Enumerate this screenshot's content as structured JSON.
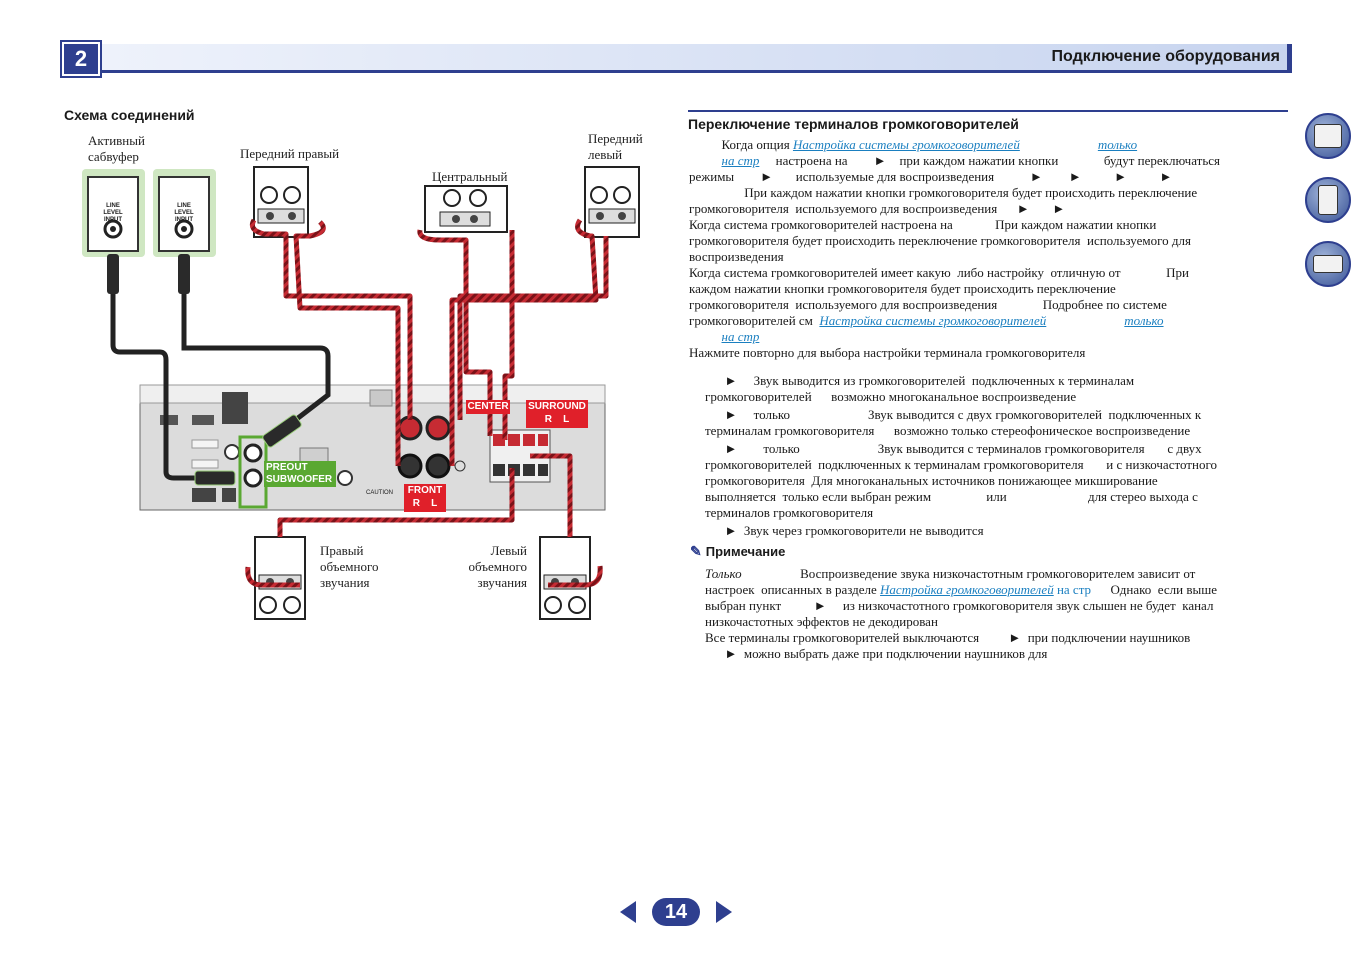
{
  "header": {
    "chapter_number": "2",
    "title": "Подключение оборудования"
  },
  "diagram": {
    "heading": "Схема соединений",
    "labels": {
      "active_subwoofer": [
        "Активный",
        "сабвуфер"
      ],
      "front_right": "Передний правый",
      "center": "Центральный",
      "front_left": [
        "Передний",
        "левый"
      ],
      "surround_right": [
        "Правый",
        "объемного",
        "звучания"
      ],
      "surround_left": [
        "Левый",
        "объемного",
        "звучания"
      ]
    },
    "panel_tags": {
      "line_level_input": [
        "LINE LEVEL",
        "INPUT"
      ],
      "preout_subwoofer": [
        "PREOUT",
        "SUBWOOFER"
      ],
      "center": "CENTER",
      "surround": [
        "SURROUND",
        "R    L"
      ],
      "front": [
        "FRONT",
        "R    L"
      ],
      "caution": "CAUTION"
    }
  },
  "section": {
    "heading": "Переключение терминалов громкоговорителей",
    "lines": [
      {
        "segments": [
          {
            "t": "          Когда опция "
          },
          {
            "t": "Настройка системы громкоговорителей",
            "link": true
          },
          {
            "t": "                        "
          },
          {
            "t": "только",
            "link": true
          }
        ]
      },
      {
        "segments": [
          {
            "t": "          "
          },
          {
            "t": "на стр",
            "link": true
          },
          {
            "t": "     настроена на        ►    при каждом нажатии кнопки              будут переключаться"
          }
        ]
      },
      {
        "segments": [
          {
            "t": "режимы        ►       используемые для воспроизведения           ►        ►          ►          ►"
          }
        ]
      },
      {
        "segments": [
          {
            "t": "                 При каждом нажатии кнопки громкоговорителя будет происходить переключение"
          }
        ]
      },
      {
        "segments": [
          {
            "t": "громкоговорителя  используемого для воспроизведения      ►       ►"
          }
        ]
      },
      {
        "segments": [
          {
            "t": "Когда система громкоговорителей настроена на             При каждом нажатии кнопки"
          }
        ]
      },
      {
        "segments": [
          {
            "t": "громкоговорителя будет происходить переключение громкоговорителя  используемого для"
          }
        ]
      },
      {
        "segments": [
          {
            "t": "воспроизведения"
          }
        ]
      },
      {
        "segments": [
          {
            "t": "Когда система громкоговорителей имеет какую  либо настройку  отличную от              При"
          }
        ]
      },
      {
        "segments": [
          {
            "t": "каждом нажатии кнопки громкоговорителя будет происходить переключение"
          }
        ]
      },
      {
        "segments": [
          {
            "t": "громкоговорителя  используемого для воспроизведения              Подробнее по системе"
          }
        ]
      },
      {
        "segments": [
          {
            "t": "громкоговорителей см  "
          },
          {
            "t": "Настройка системы громкоговорителей",
            "link": true
          },
          {
            "t": "                        "
          },
          {
            "t": "только",
            "link": true
          }
        ]
      },
      {
        "segments": [
          {
            "t": "          "
          },
          {
            "t": "на стр",
            "link": true
          }
        ]
      },
      {
        "segments": [
          {
            "t": "Нажмите повторно для выбора настройки терминала громкоговорителя"
          }
        ]
      }
    ],
    "options": [
      {
        "lines": [
          "      ►     Звук выводится из громкоговорителей  подключенных к терминалам",
          "громкоговорителей      возможно многоканальное воспроизведение"
        ]
      },
      {
        "lines": [
          "      ►     только                        Звук выводится с двух громкоговорителей  подключенных к",
          "терминалам громкоговорителя      возможно только стереофоническое воспроизведение"
        ]
      },
      {
        "lines": [
          "      ►        только                        Звук выводится с терминалов громкоговорителя       с двух",
          "громкоговорителей  подключенных к терминалам громкоговорителя       и с низкочастотного",
          "громкоговорителя  Для многоканальных источников понижающее микширование",
          "выполняется  только если выбран режим                 или                         для стерео выхода с",
          "терминалов громкоговорителя"
        ]
      },
      {
        "lines": [
          "      ►  Звук через громкоговорители не выводится"
        ]
      }
    ]
  },
  "note": {
    "heading": "Примечание",
    "lines": [
      {
        "segments": [
          {
            "t": "Только",
            "italic": true
          },
          {
            "t": "                  Воспроизведение звука низкочастотным громкоговорителем зависит от"
          }
        ]
      },
      {
        "segments": [
          {
            "t": "настроек  описанных в разделе "
          },
          {
            "t": "Настройка громкоговорителей",
            "link": true
          },
          {
            "t": " на стр",
            "linkplain": true
          },
          {
            "t": "      Однако  если выше"
          }
        ]
      },
      {
        "segments": [
          {
            "t": "выбран пункт          ►     из низкочастотного громкоговорителя звук слышен не будет  канал"
          }
        ]
      },
      {
        "segments": [
          {
            "t": "низкочастотных эффектов не декодирован"
          }
        ]
      },
      {
        "segments": [
          {
            "t": "Все терминалы громкоговорителей выключаются         ►  при подключении наушников"
          }
        ]
      },
      {
        "segments": [
          {
            "t": "      ►  можно выбрать даже при подключении наушников для"
          }
        ]
      }
    ]
  },
  "side_icons": [
    "manual-icon",
    "remote-control-icon",
    "connection-icon"
  ],
  "footer": {
    "page_number": "14"
  },
  "colors": {
    "brand": "#2e3f8f",
    "link": "#1a7fc0",
    "speaker_tag": "#e0202a",
    "subwoofer_tag": "#5aa832"
  }
}
